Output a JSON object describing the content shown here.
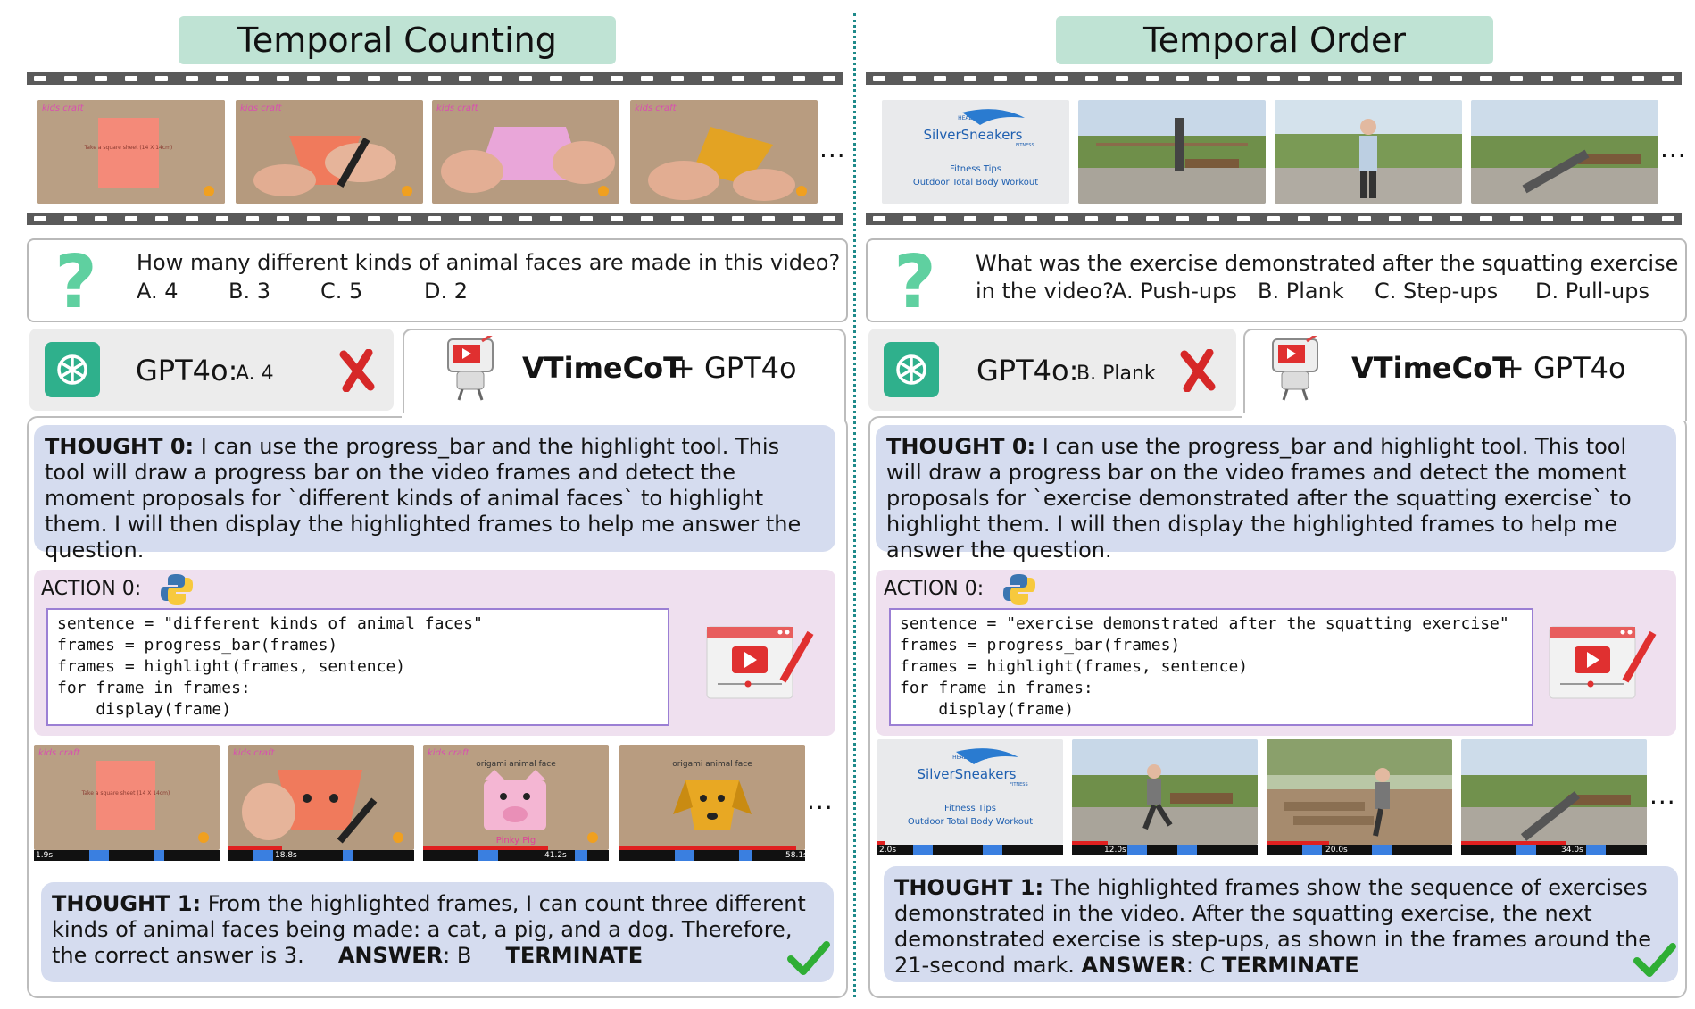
{
  "left": {
    "title": "Temporal Counting",
    "question": "How many different kinds of animal faces are made in this video?",
    "options": [
      "A. 4",
      "B. 3",
      "C. 5",
      "D. 2"
    ],
    "gpt_label": "GPT4o:",
    "gpt_answer": "A. 4",
    "vt_name": "VTimeCoT",
    "vt_plus": "+ GPT4o",
    "thought0_label": "THOUGHT 0:",
    "thought0_text": "I can use the progress_bar and the highlight tool. This tool will draw a progress bar on the video frames and detect the moment proposals for `different kinds of animal faces` to highlight them. I will then display the highlighted frames to help me answer the question.",
    "action_label": "ACTION 0:",
    "code": "sentence = \"different kinds of animal faces\"\nframes = progress_bar(frames)\nframes = highlight(frames, sentence)\nfor frame in frames:\n    display(frame)",
    "timestamps": [
      "1.9s",
      "18.8s",
      "41.2s",
      "58.1s"
    ],
    "thought1_label": "THOUGHT 1:",
    "thought1_text": "From the highlighted frames, I can count three different kinds of animal faces being made: a cat, a pig, and a dog. Therefore, the correct answer is 3.",
    "answer_label": "ANSWER",
    "answer_value": ": B",
    "terminate": "TERMINATE",
    "frame_text_1": "Take a square sheet (14 X 14cm)",
    "frame_text_2": "origami animal face",
    "frame_text_3": "Pinky Pig",
    "frame_text_4": "origami animal face"
  },
  "right": {
    "title": "Temporal Order",
    "question_line1": "What was the exercise demonstrated after the squatting exercise",
    "question_line2": "in the video?",
    "options": [
      "A. Push-ups",
      "B. Plank",
      "C. Step-ups",
      "D. Pull-ups"
    ],
    "gpt_label": "GPT4o:",
    "gpt_answer": "B. Plank",
    "vt_name": "VTimeCoT",
    "vt_plus": "+ GPT4o",
    "thought0_label": "THOUGHT 0:",
    "thought0_text": "I can use the progress_bar and highlight tool. This tool will draw a progress bar on the video frames and detect the moment proposals for `exercise demonstrated after the squatting exercise` to highlight them. I will then display the highlighted frames to help me answer the question.",
    "action_label": "ACTION 0:",
    "code": "sentence = \"exercise demonstrated after the squatting exercise\"\nframes = progress_bar(frames)\nframes = highlight(frames, sentence)\nfor frame in frames:\n    display(frame)",
    "timestamps": [
      "2.0s",
      "12.0s",
      "20.0s",
      "34.0s"
    ],
    "thought1_label": "THOUGHT 1:",
    "thought1_text": "The highlighted frames show the sequence of exercises demonstrated in the video. After the squatting exercise, the next demonstrated exercise is step-ups, as shown in the frames around the 21-second mark.",
    "answer_label": "ANSWER",
    "answer_value": ": C",
    "terminate": "TERMINATE",
    "brand_small": "HEALTHWAYS",
    "brand_main": "SilverSneakers",
    "brand_sub": "FITNESS",
    "fitness_tips": "Fitness Tips",
    "workout_name": "Outdoor Total Body Workout"
  },
  "ellipsis": "...",
  "icons": {
    "question": "question-mark-icon",
    "gpt": "openai-logo-icon",
    "wrong": "red-cross-icon",
    "robot": "robot-video-icon",
    "python": "python-logo-icon",
    "tool": "video-edit-icon",
    "correct": "green-check-icon"
  },
  "colors": {
    "title_bg": "#bfe3d4",
    "thought_bg": "#d5dcef",
    "action_bg": "#efe0ef",
    "code_border": "#9b7fd4",
    "highlight": "#3a7fe0",
    "wrong": "#d62828",
    "correct": "#2fae35",
    "question_mark": "#5fd0a0"
  }
}
